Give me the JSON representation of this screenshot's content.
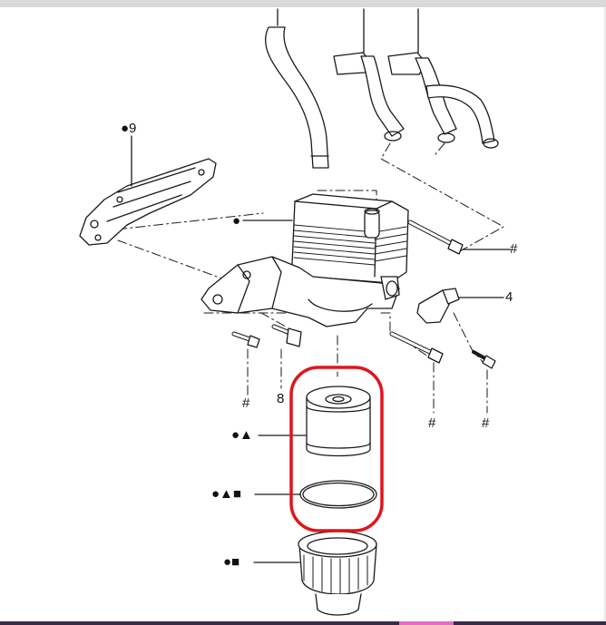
{
  "callouts": {
    "nine": "●9",
    "cooler": "●",
    "hash_top_right": "#",
    "four": "4",
    "hash_left_bolt": "#",
    "eight": "8",
    "hash_middle_bolt": "#",
    "hash_right_bolt": "#",
    "filter_element": "●▲",
    "o_ring": "●▲■",
    "filter_cap": "●■"
  },
  "highlight": {
    "color": "#e0151b"
  }
}
